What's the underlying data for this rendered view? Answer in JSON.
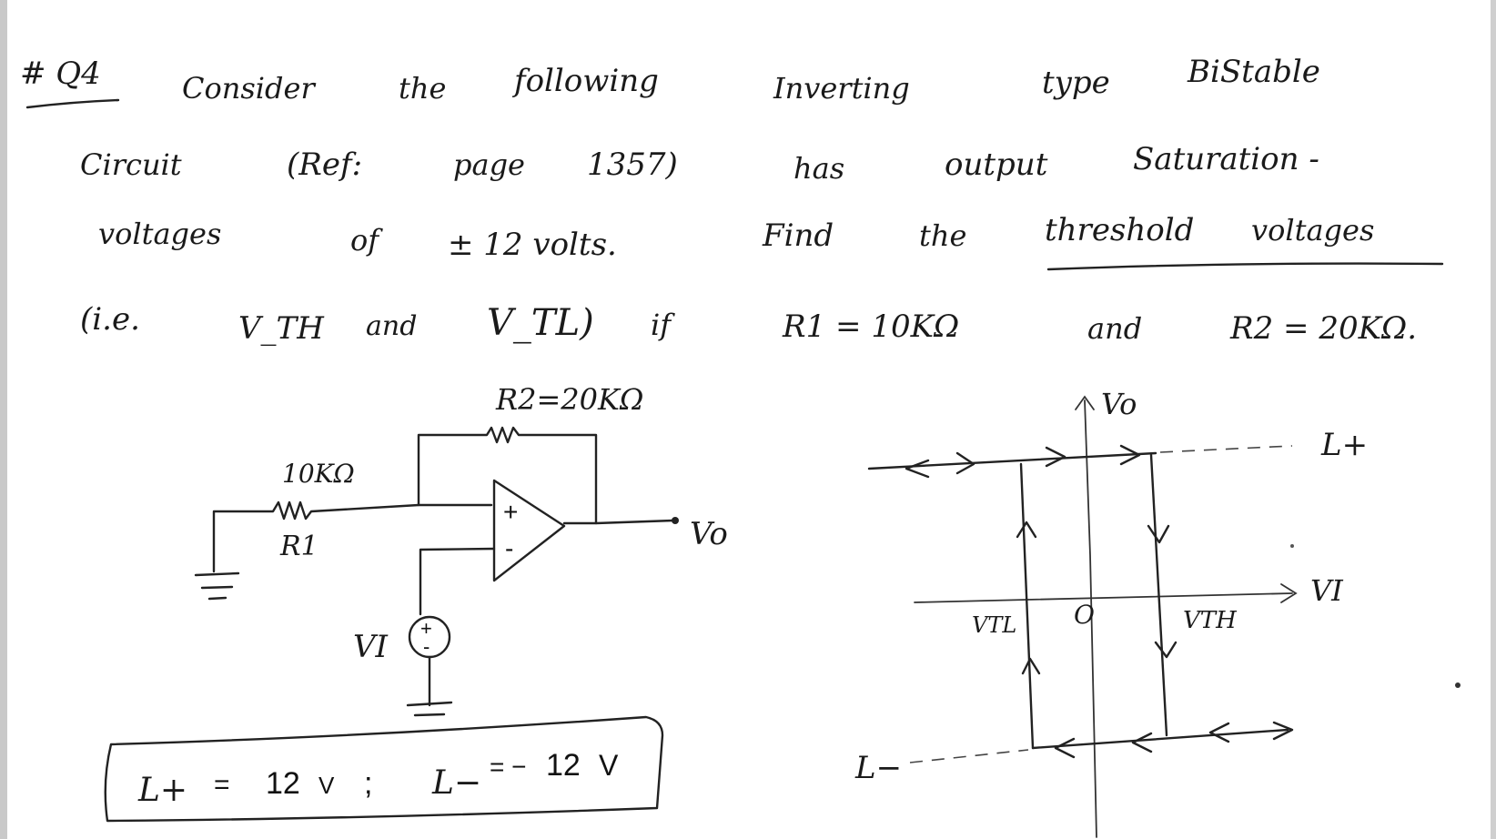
{
  "problem": {
    "label": "# Q4",
    "lines": [
      [
        "Consider",
        "the",
        "following",
        "Inverting",
        "type",
        "BiStable"
      ],
      [
        "Circuit",
        "(Ref:",
        "page",
        "1357)",
        "has",
        "output",
        "Saturation -"
      ],
      [
        "voltages",
        "of",
        "± 12 volts.",
        "Find",
        "the",
        "threshold",
        "voltages"
      ],
      [
        "(i.e.",
        "V_TH",
        "and",
        "V_TL)",
        "if",
        "R1 = 10KΩ",
        "and",
        "R2 = 20KΩ."
      ]
    ]
  },
  "circuit": {
    "r2_label": "R2=20KΩ",
    "r1_value": "10KΩ",
    "r1_name": "R1",
    "plus_sign": "+",
    "minus_sign": "-",
    "vo_label": "Vo",
    "vi_label": "VI"
  },
  "hysteresis": {
    "y_axis_label": "Vo",
    "x_axis_label": "VI",
    "l_plus": "L+",
    "l_minus": "L−",
    "vtl_label": "VTL",
    "origin_label": "O",
    "vth_label": "VTH"
  },
  "answer": {
    "l_plus_text": "L+",
    "eq1": "=",
    "l_plus_value": "12",
    "l_plus_unit": "V",
    "separator": ";",
    "l_minus_text": "L−",
    "eq2": "= −",
    "l_minus_value": "12",
    "l_minus_unit": "V"
  }
}
